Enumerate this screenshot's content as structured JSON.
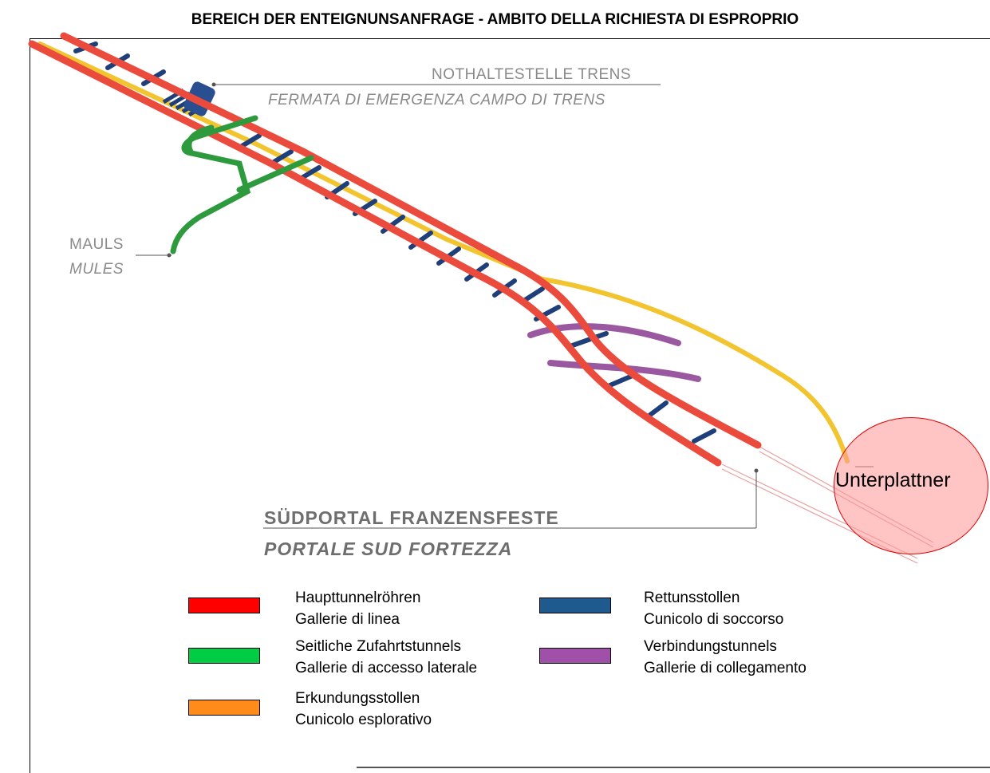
{
  "title": "BEREICH DER ENTEIGNUNSANFRAGE - AMBITO DELLA RICHIESTA DI ESPROPRIO",
  "labels": {
    "emergency_stop_de": "NOTHALTESTELLE TRENS",
    "emergency_stop_it": "FERMATA DI EMERGENZA CAMPO DI TRENS",
    "mauls_de": "MAULS",
    "mauls_it": "MULES",
    "south_portal_de": "SÜDPORTAL FRANZENSFESTE",
    "south_portal_it": "PORTALE SUD FORTEZZA",
    "highlight": "Unterplattner"
  },
  "legend": [
    {
      "de": "Haupttunnelröhren",
      "it": "Gallerie di linea",
      "color": "#ff0000"
    },
    {
      "de": "Seitliche Zufahrtstunnels",
      "it": "Gallerie di accesso laterale",
      "color": "#00cc44"
    },
    {
      "de": "Erkundungsstollen",
      "it": "Cunicolo esplorativo",
      "color": "#ff8c1a"
    },
    {
      "de": "Rettunsstollen",
      "it": "Cunicolo di soccorso",
      "color": "#1f5a8e"
    },
    {
      "de": "Verbindungstunnels",
      "it": "Gallerie di collegamento",
      "color": "#a050a8"
    }
  ],
  "colors": {
    "main_tunnel": "#ea4b3c",
    "access_tunnel": "#2e9a3e",
    "exploratory_tunnel": "#f2c530",
    "rescue_tunnel": "#1e3f7a",
    "connection_tunnel": "#9a58a0",
    "highlight_fill": "#ff9696",
    "highlight_border": "#e00000"
  }
}
